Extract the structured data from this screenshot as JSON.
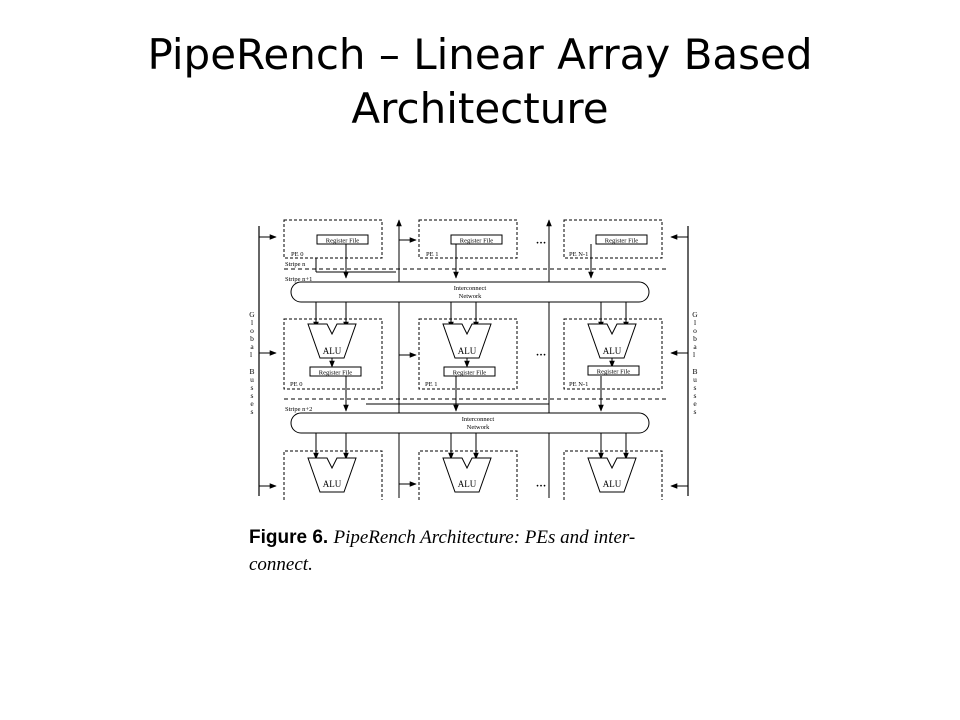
{
  "slide": {
    "title_line1": "PipeRench – Linear Array Based",
    "title_line2": "Architecture"
  },
  "diagram": {
    "register_file": "Register File",
    "alu": "ALU",
    "pe0": "PE 0",
    "pe1": "PE 1",
    "pen": "PE N-1",
    "stripe_n": "Stripe n",
    "stripe_n1": "Stripe n+1",
    "stripe_n2": "Stripe n+2",
    "interconnect_line1": "Interconnect",
    "interconnect_line2": "Network",
    "ellipsis": "•••",
    "global_busses": "Global Busses"
  },
  "caption": {
    "label": "Figure 6.",
    "text_line1": "PipeRench Architecture: PEs and inter-",
    "text_line2": "connect."
  }
}
